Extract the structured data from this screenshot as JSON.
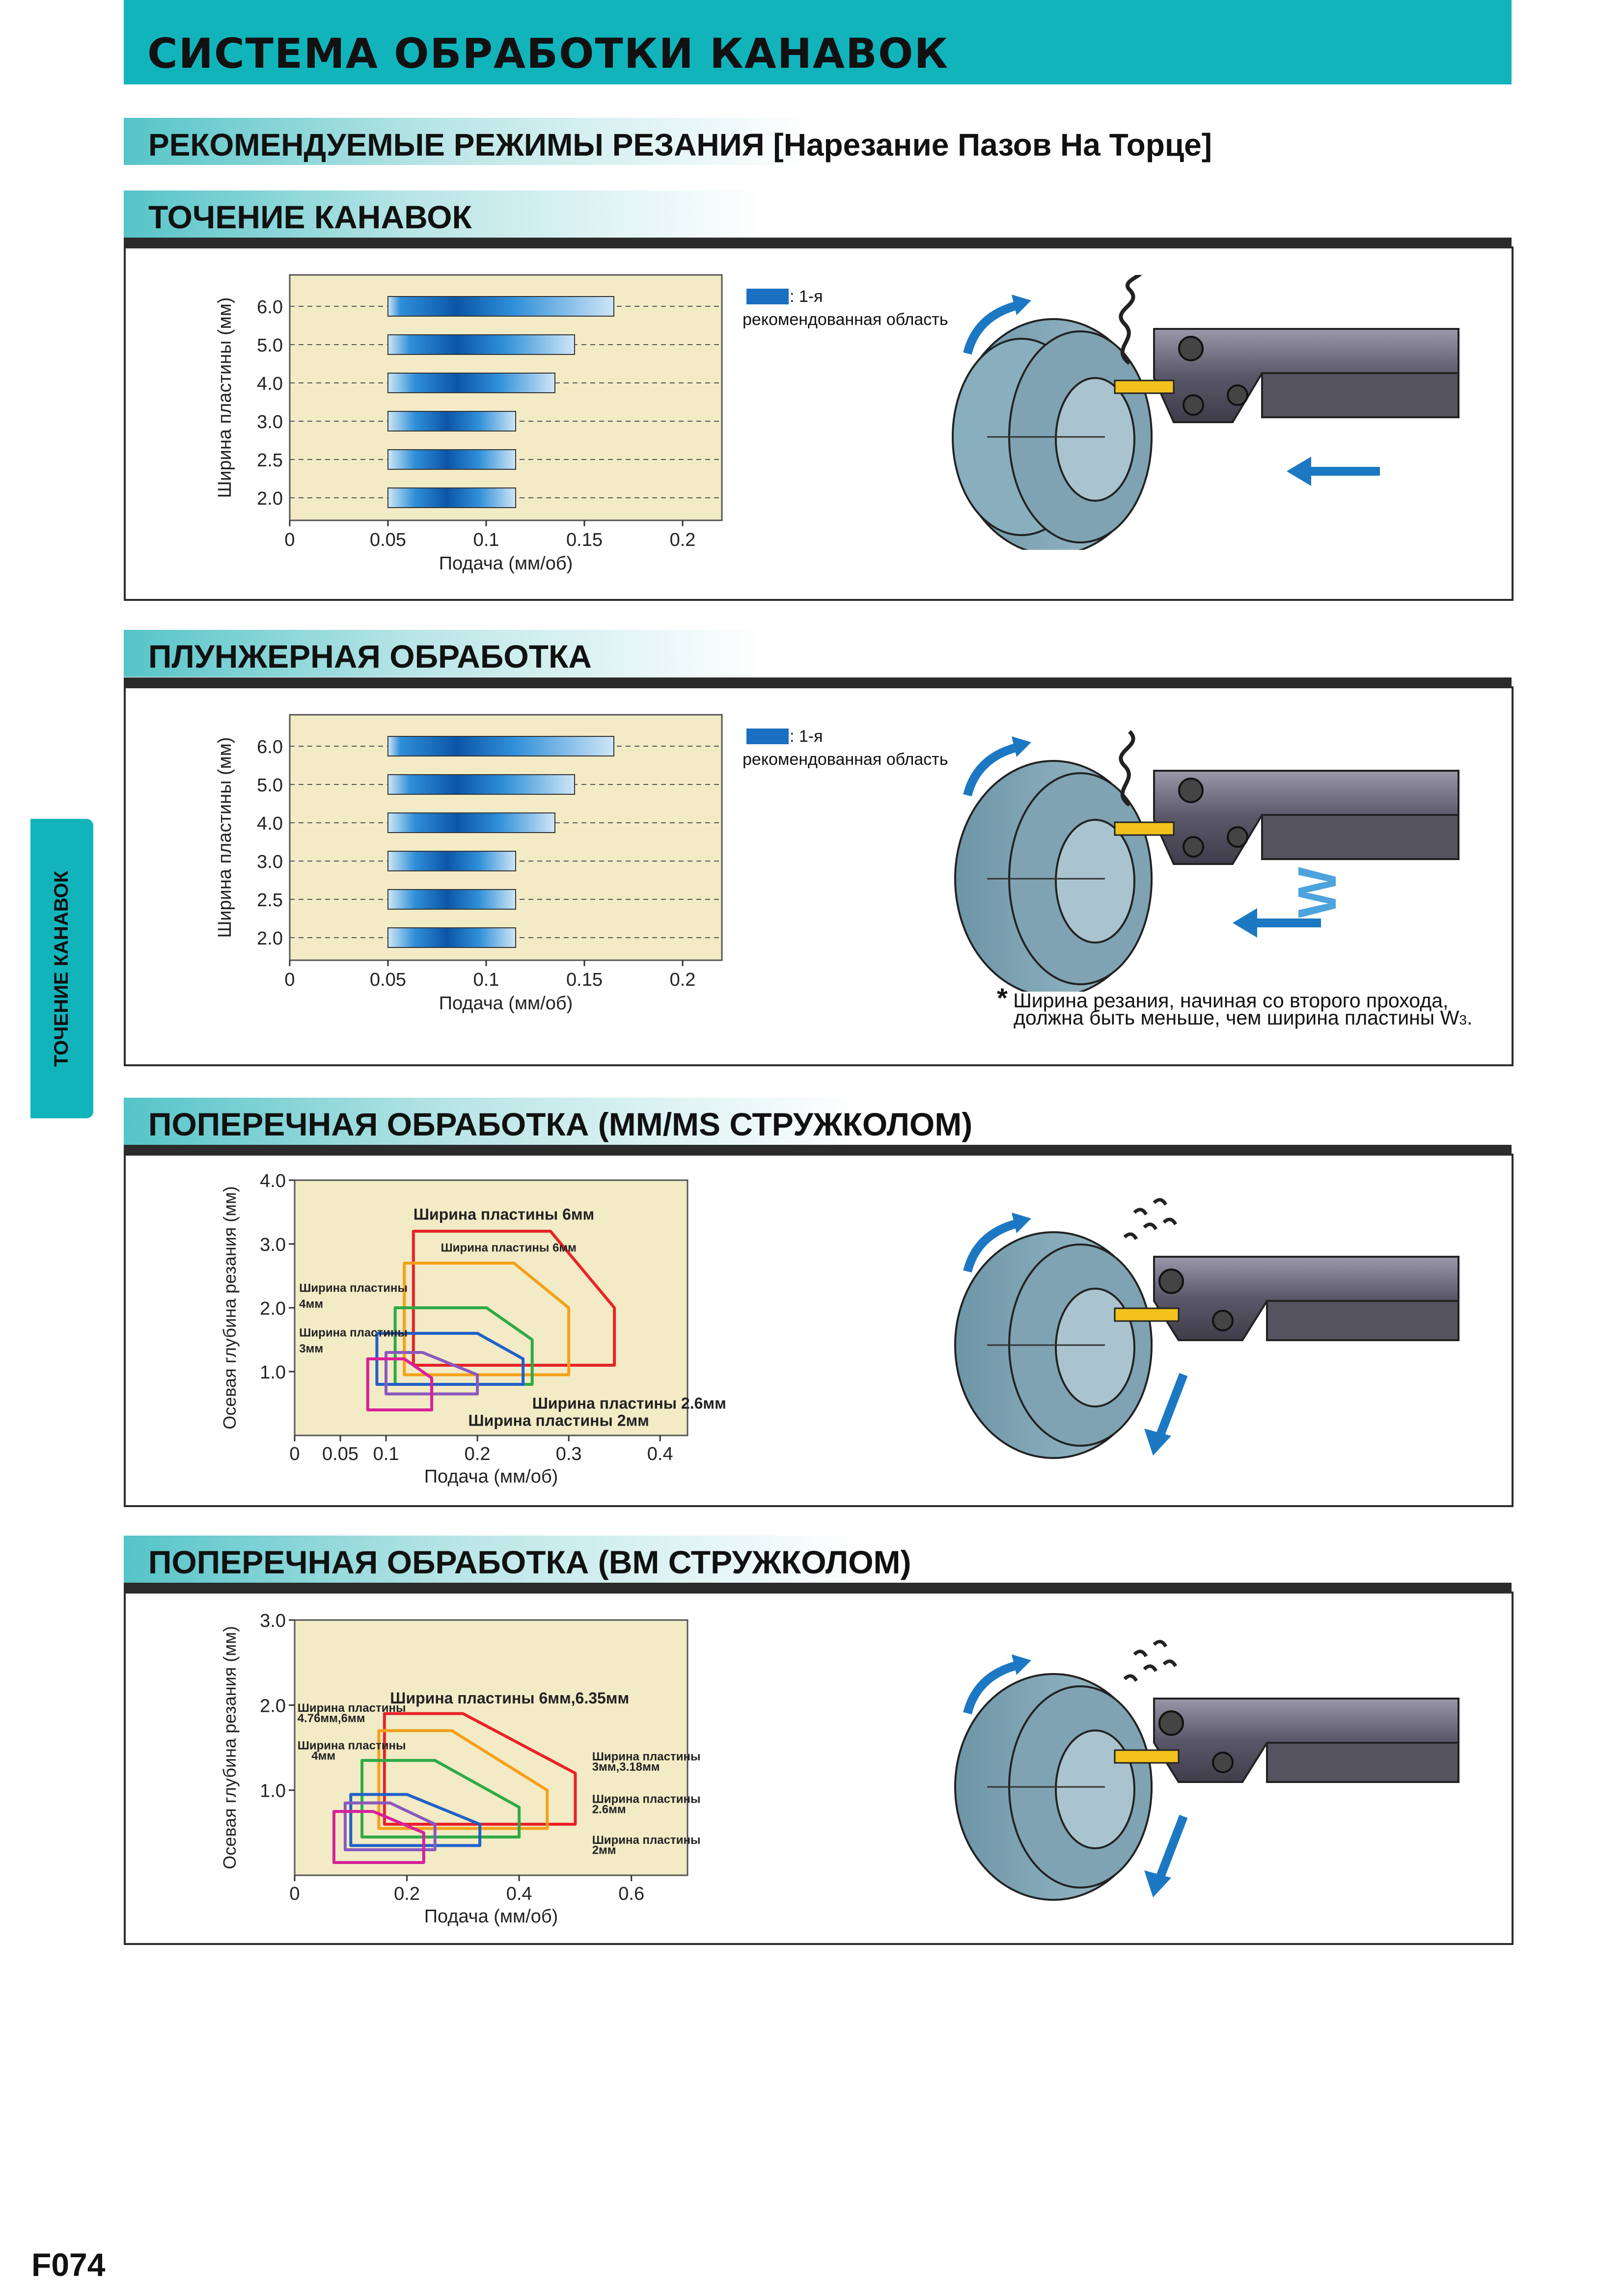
{
  "header": {
    "title": "СИСТЕМА ОБРАБОТКИ КАНАВОК"
  },
  "subtitle": "РЕКОМЕНДУЕМЫЕ РЕЖИМЫ РЕЗАНИЯ [Нарезание Пазов На Торце]",
  "side_tab": "ТОЧЕНИЕ КАНАВОК",
  "footer": {
    "page_number": "F074"
  },
  "colors": {
    "teal": "#12b4bc",
    "chart_bg": "#f2ebc6",
    "band_blue": "#1b6fc2",
    "arrow_blue": "#1c78c3",
    "work_blue": "#7fa3b2"
  },
  "sections": [
    {
      "title": "ТОЧЕНИЕ КАНАВОК",
      "legend": {
        "line1": ": 1-я",
        "line2": "рекомендованная область"
      },
      "chart_data": {
        "type": "bar",
        "xlabel": "Подача (мм/об)",
        "ylabel": "Ширина пластины (мм)",
        "xlim": [
          0,
          0.22
        ],
        "x_ticks": [
          "0",
          "0.05",
          "0.1",
          "0.15",
          "0.2"
        ],
        "categories": [
          "6.0",
          "5.0",
          "4.0",
          "3.0",
          "2.5",
          "2.0"
        ],
        "ranges": [
          [
            0.05,
            0.165
          ],
          [
            0.05,
            0.145
          ],
          [
            0.05,
            0.135
          ],
          [
            0.05,
            0.115
          ],
          [
            0.05,
            0.115
          ],
          [
            0.05,
            0.115
          ]
        ],
        "recommended_center": [
          0.085,
          0.085,
          0.085,
          0.08,
          0.08,
          0.08
        ]
      }
    },
    {
      "title": "ПЛУНЖЕРНАЯ ОБРАБОТКА",
      "legend": {
        "line1": ": 1-я",
        "line2": "рекомендованная область"
      },
      "note": {
        "star": "*",
        "line1": "Ширина резания, начиная со второго прохода,",
        "line2": "должна быть меньше, чем ширина пластины W",
        "sub": "3",
        "end": "."
      },
      "symbol": "W",
      "chart_data": {
        "type": "bar",
        "xlabel": "Подача (мм/об)",
        "ylabel": "Ширина пластины (мм)",
        "xlim": [
          0,
          0.22
        ],
        "x_ticks": [
          "0",
          "0.05",
          "0.1",
          "0.15",
          "0.2"
        ],
        "categories": [
          "6.0",
          "5.0",
          "4.0",
          "3.0",
          "2.5",
          "2.0"
        ],
        "ranges": [
          [
            0.05,
            0.165
          ],
          [
            0.05,
            0.145
          ],
          [
            0.05,
            0.135
          ],
          [
            0.05,
            0.115
          ],
          [
            0.05,
            0.115
          ],
          [
            0.05,
            0.115
          ]
        ],
        "recommended_center": [
          0.085,
          0.085,
          0.085,
          0.08,
          0.08,
          0.08
        ]
      }
    },
    {
      "title": "ПОПЕРЕЧНАЯ ОБРАБОТКА (MM/MS СТРУЖКОЛОМ)",
      "chart_data": {
        "type": "area",
        "xlabel": "Подача (мм/об)",
        "ylabel": "Осевая глубина резания (мм)",
        "x_tick_values": [
          0,
          0.05,
          0.1,
          0.2,
          0.3,
          0.4
        ],
        "x_ticks": [
          "0",
          "0.05",
          "0.1",
          "0.2",
          "0.3",
          "0.4"
        ],
        "y_ticks": [
          "1.0",
          "2.0",
          "3.0",
          "4.0"
        ],
        "xlim": [
          0,
          0.43
        ],
        "ylim": [
          0,
          4.0
        ],
        "series": [
          {
            "name": "Ширина пластины 6мм",
            "color": "#e8222a",
            "points": [
              [
                0.13,
                3.2
              ],
              [
                0.28,
                3.2
              ],
              [
                0.35,
                2.0
              ],
              [
                0.35,
                1.1
              ],
              [
                0.13,
                1.1
              ]
            ]
          },
          {
            "name": "Ширина пластины 6мм",
            "color": "#f5a01a",
            "points": [
              [
                0.12,
                2.7
              ],
              [
                0.24,
                2.7
              ],
              [
                0.3,
                2.0
              ],
              [
                0.3,
                0.95
              ],
              [
                0.12,
                0.95
              ]
            ]
          },
          {
            "name": "Ширина пластины 4мм",
            "color": "#2faa48",
            "points": [
              [
                0.11,
                2.0
              ],
              [
                0.21,
                2.0
              ],
              [
                0.26,
                1.5
              ],
              [
                0.26,
                0.8
              ],
              [
                0.11,
                0.8
              ]
            ]
          },
          {
            "name": "Ширина пластины 3мм",
            "color": "#2060c8",
            "points": [
              [
                0.09,
                1.6
              ],
              [
                0.2,
                1.6
              ],
              [
                0.25,
                1.2
              ],
              [
                0.25,
                0.8
              ],
              [
                0.09,
                0.8
              ]
            ]
          },
          {
            "name": "Ширина пластины 2.6мм",
            "color": "#8a58c0",
            "points": [
              [
                0.1,
                1.3
              ],
              [
                0.14,
                1.3
              ],
              [
                0.2,
                0.95
              ],
              [
                0.2,
                0.65
              ],
              [
                0.1,
                0.65
              ]
            ]
          },
          {
            "name": "Ширина пластины 2мм",
            "color": "#d8209a",
            "points": [
              [
                0.08,
                1.2
              ],
              [
                0.12,
                1.2
              ],
              [
                0.15,
                0.9
              ],
              [
                0.15,
                0.4
              ],
              [
                0.08,
                0.4
              ]
            ]
          }
        ],
        "labels": [
          "Ширина пластины 6мм",
          "Ширина пластины 6мм",
          "Ширина пластины",
          "4мм",
          "Ширина пластины",
          "3мм",
          "Ширина пластины 2.6мм",
          "Ширина пластины 2мм"
        ]
      }
    },
    {
      "title": "ПОПЕРЕЧНАЯ ОБРАБОТКА (BM СТРУЖКОЛОМ)",
      "chart_data": {
        "type": "area",
        "xlabel": "Подача (мм/об)",
        "ylabel": "Осевая глубина резания (мм)",
        "x_tick_values": [
          0,
          0.2,
          0.4,
          0.6
        ],
        "x_ticks": [
          "0",
          "0.2",
          "0.4",
          "0.6"
        ],
        "y_ticks": [
          "1.0",
          "2.0",
          "3.0"
        ],
        "xlim": [
          0,
          0.7
        ],
        "ylim": [
          0,
          3.0
        ],
        "series": [
          {
            "name": "Ширина пластины 6мм,6.35мм",
            "color": "#e8222a",
            "points": [
              [
                0.16,
                1.9
              ],
              [
                0.3,
                1.9
              ],
              [
                0.5,
                1.2
              ],
              [
                0.5,
                0.6
              ],
              [
                0.16,
                0.6
              ]
            ]
          },
          {
            "name": "Ширина пластины 4.76мм,6мм",
            "color": "#f5a01a",
            "points": [
              [
                0.15,
                1.7
              ],
              [
                0.28,
                1.7
              ],
              [
                0.45,
                1.0
              ],
              [
                0.45,
                0.55
              ],
              [
                0.15,
                0.55
              ]
            ]
          },
          {
            "name": "Ширина пластины 4мм",
            "color": "#2faa48",
            "points": [
              [
                0.12,
                1.35
              ],
              [
                0.25,
                1.35
              ],
              [
                0.4,
                0.8
              ],
              [
                0.4,
                0.45
              ],
              [
                0.12,
                0.45
              ]
            ]
          },
          {
            "name": "Ширина пластины 3мм,3.18мм",
            "color": "#2060c8",
            "points": [
              [
                0.1,
                0.95
              ],
              [
                0.2,
                0.95
              ],
              [
                0.33,
                0.6
              ],
              [
                0.33,
                0.35
              ],
              [
                0.1,
                0.35
              ]
            ]
          },
          {
            "name": "Ширина пластины 2.6мм",
            "color": "#8a58c0",
            "points": [
              [
                0.09,
                0.85
              ],
              [
                0.17,
                0.85
              ],
              [
                0.25,
                0.6
              ],
              [
                0.25,
                0.3
              ],
              [
                0.09,
                0.3
              ]
            ]
          },
          {
            "name": "Ширина пластины 2мм",
            "color": "#d8209a",
            "points": [
              [
                0.07,
                0.75
              ],
              [
                0.14,
                0.75
              ],
              [
                0.23,
                0.5
              ],
              [
                0.23,
                0.15
              ],
              [
                0.07,
                0.15
              ]
            ]
          }
        ],
        "labels": [
          "Ширина пластины 6мм,6.35мм",
          "Ширина пластины",
          "4.76мм,6мм",
          "Ширина пластины",
          "4мм",
          "Ширина пластины",
          "3мм,3.18мм",
          "Ширина пластины",
          "2.6мм",
          "Ширина пластины",
          "2мм"
        ]
      }
    }
  ]
}
